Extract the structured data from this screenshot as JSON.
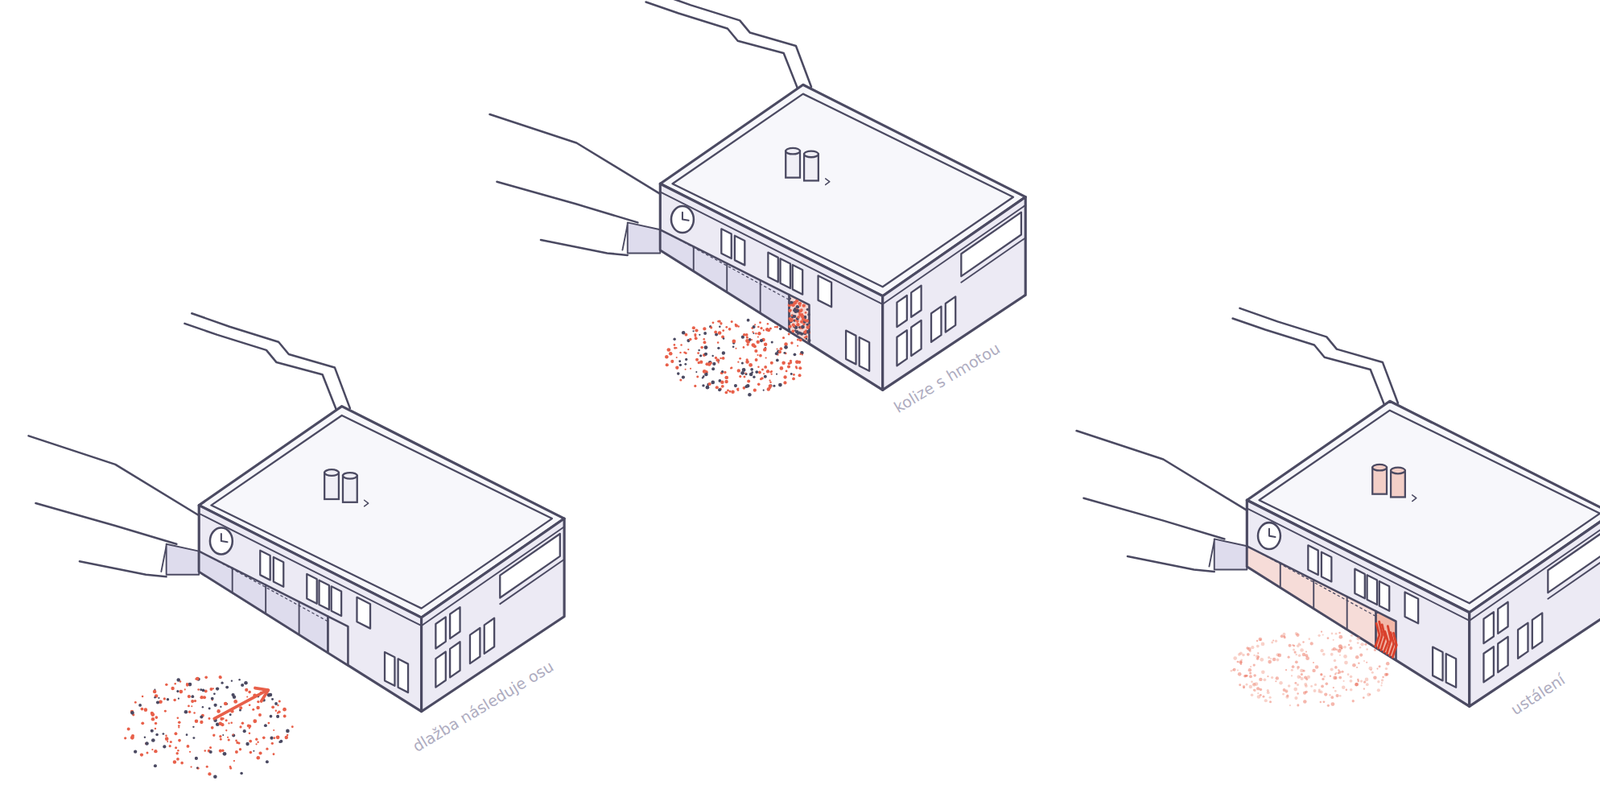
{
  "diagram": {
    "labels": [
      "dlažba následuje osu",
      "kolize s hmotou",
      "ustálení"
    ]
  }
}
